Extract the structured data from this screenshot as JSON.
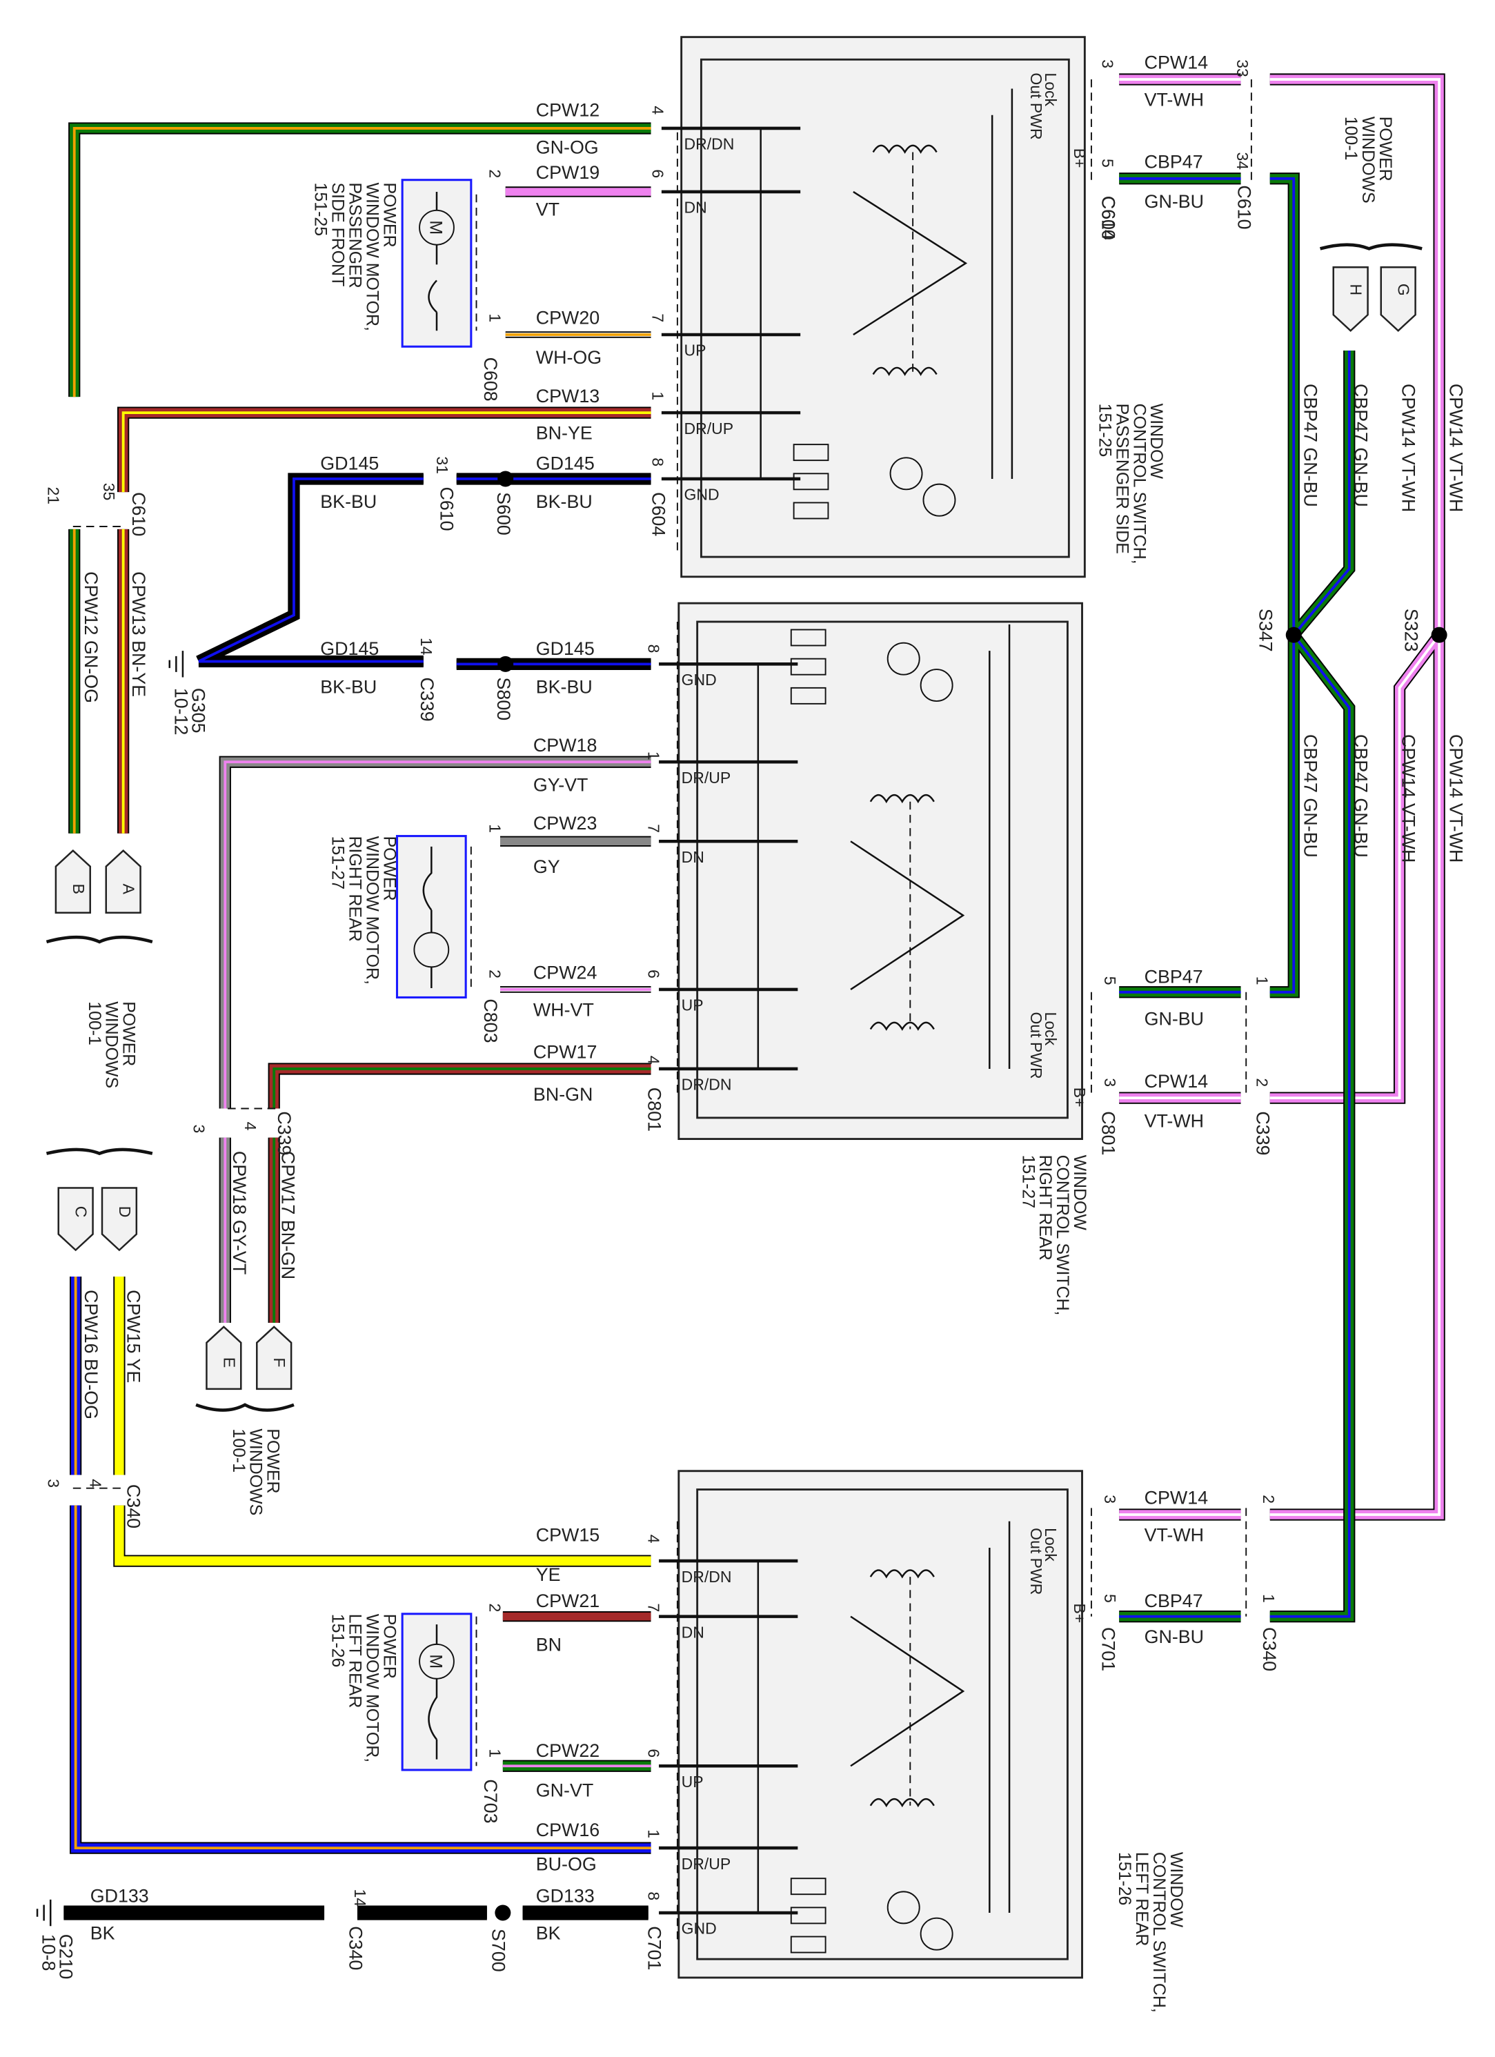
{
  "colors": {
    "GN": "#0a7a0a",
    "OG": "#f0a000",
    "VT": "#ee82ee",
    "WH": "#ffffff",
    "BN": "#a52a2a",
    "YE": "#ffff00",
    "BK": "#000000",
    "BU": "#1010ee",
    "GY": "#888888",
    "box_fill": "#f2f2f2",
    "motor_border": "#1a1aff"
  },
  "components": {
    "switch_passenger": {
      "name": [
        "WINDOW",
        "CONTROL SWITCH,",
        "PASSENGER SIDE",
        "151-25"
      ]
    },
    "switch_right_rear": {
      "name": [
        "WINDOW",
        "CONTROL SWITCH,",
        "RIGHT REAR",
        "151-27"
      ]
    },
    "switch_left_rear": {
      "name": [
        "WINDOW",
        "CONTROL SWITCH,",
        "LEFT REAR",
        "151-26"
      ]
    },
    "motor_passenger": {
      "name": [
        "POWER",
        "WINDOW MOTOR,",
        "PASSENGER",
        "SIDE FRONT",
        "151-25"
      ],
      "symbol": "M"
    },
    "motor_right_rear": {
      "name": [
        "POWER",
        "WINDOW MOTOR,",
        "RIGHT REAR",
        "151-27"
      ],
      "symbol": "M"
    },
    "motor_left_rear": {
      "name": [
        "POWER",
        "WINDOW MOTOR,",
        "LEFT REAR",
        "151-26"
      ],
      "symbol": "M"
    },
    "ref_power_windows": [
      "POWER",
      "WINDOWS",
      "100-1"
    ]
  },
  "switch_internal": {
    "terminals": [
      "DR/DN",
      "DN",
      "UP",
      "DR/UP",
      "GND"
    ],
    "lockout": [
      "Lock",
      "Out PWR"
    ],
    "bplus": "B+"
  },
  "connectors": {
    "c604": "C604",
    "c610": "C610",
    "c608": "C608",
    "s600": "S600",
    "g305": [
      "G305",
      "10-12"
    ],
    "c339": "C339",
    "s800": "S800",
    "c801": "C801",
    "c803": "C803",
    "s347": "S347",
    "s323": "S323",
    "c701": "C701",
    "c703": "C703",
    "c340": "C340",
    "s700": "S700",
    "g210": [
      "G210",
      "10-8"
    ]
  },
  "tags": [
    "A",
    "B",
    "C",
    "D",
    "E",
    "F",
    "G",
    "H"
  ],
  "wires": {
    "cpw12": {
      "circuit": "CPW12",
      "color": "GN-OG"
    },
    "cpw19": {
      "circuit": "CPW19",
      "color": "VT"
    },
    "cpw20": {
      "circuit": "CPW20",
      "color": "WH-OG"
    },
    "cpw13": {
      "circuit": "CPW13",
      "color": "BN-YE"
    },
    "gd145": {
      "circuit": "GD145",
      "color": "BK-BU"
    },
    "cpw14": {
      "circuit": "CPW14",
      "color": "VT-WH"
    },
    "cbp47": {
      "circuit": "CBP47",
      "color": "GN-BU"
    },
    "cpw18": {
      "circuit": "CPW18",
      "color": "GY-VT"
    },
    "cpw23": {
      "circuit": "CPW23",
      "color": "GY"
    },
    "cpw24": {
      "circuit": "CPW24",
      "color": "WH-VT"
    },
    "cpw17": {
      "circuit": "CPW17",
      "color": "BN-GN"
    },
    "cpw15": {
      "circuit": "CPW15",
      "color": "YE"
    },
    "cpw16": {
      "circuit": "CPW16",
      "color": "BU-OG"
    },
    "cpw21": {
      "circuit": "CPW21",
      "color": "BN"
    },
    "cpw22": {
      "circuit": "CPW22",
      "color": "GN-VT"
    },
    "gd133": {
      "circuit": "GD133",
      "color": "BK"
    }
  },
  "pins": {
    "p1_cpw12": "4",
    "p1_cpw19": "6",
    "p1_cpw20": "7",
    "p1_cpw13": "1",
    "p1_gd145": "8",
    "p1_cpw14": "3",
    "p1_cbp47": "5",
    "c610_cpw14": "33",
    "c610_cbp47": "34",
    "c610_gd145": "31",
    "c610_cpw13": "35",
    "c610_cpw12": "21",
    "m1_cpw19": "2",
    "m1_cpw20": "1",
    "p2_gd145": "8",
    "c339_gd145": "14",
    "p2_cpw18": "1",
    "p2_cpw23": "7",
    "p2_cpw24": "6",
    "p2_cpw17": "4",
    "p2_cbp47": "5",
    "p2_cpw14": "3",
    "c339_cbp47": "1",
    "c339_cpw14": "2",
    "m2_cpw23": "1",
    "m2_cpw24": "2",
    "c339_cpw18": "3",
    "c339_cpw17": "4",
    "c340_cpw16": "3",
    "c340_cpw15": "4",
    "p3_cpw14": "3",
    "p3_cbp47": "5",
    "c340_cpw14": "2",
    "c340_cbp47": "1",
    "p3_cpw15": "4",
    "p3_cpw21": "7",
    "p3_cpw22": "6",
    "p3_cpw16": "1",
    "p3_gd133": "8",
    "m3_cpw21": "2",
    "m3_cpw22": "1",
    "c340_gd133": "14"
  }
}
